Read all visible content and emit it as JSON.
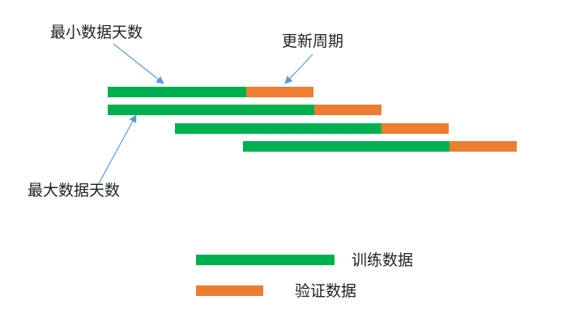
{
  "colors": {
    "training": "#00b050",
    "validation": "#ed7d31",
    "arrow": "#5b9bd5"
  },
  "annotations": {
    "min_days": "最小数据天数",
    "update_period": "更新周期",
    "max_days": "最大数据天数"
  },
  "legend": {
    "training": "训练数据",
    "validation": "验证数据"
  }
}
